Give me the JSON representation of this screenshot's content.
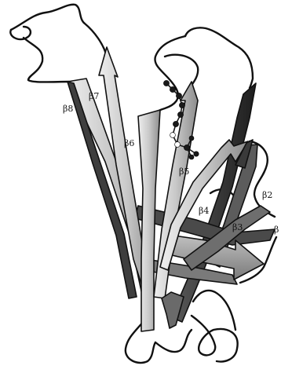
{
  "figure": {
    "strand_labels": [
      {
        "id": "b8",
        "text": "β8"
      },
      {
        "id": "b7",
        "text": "β7"
      },
      {
        "id": "b6",
        "text": "β6"
      },
      {
        "id": "b5",
        "text": "β5"
      },
      {
        "id": "b4",
        "text": "β4"
      },
      {
        "id": "b3",
        "text": "β3"
      },
      {
        "id": "b2",
        "text": "β2"
      },
      {
        "id": "b1",
        "text": "β"
      }
    ],
    "colors": {
      "background": "#ffffff",
      "strand_light": "#d4d4d4",
      "strand_mid": "#9a9a9a",
      "strand_dark": "#3a3a3a",
      "outline": "#111111",
      "loop": "#111111",
      "ligand_atom": "#1a1a1a"
    }
  }
}
